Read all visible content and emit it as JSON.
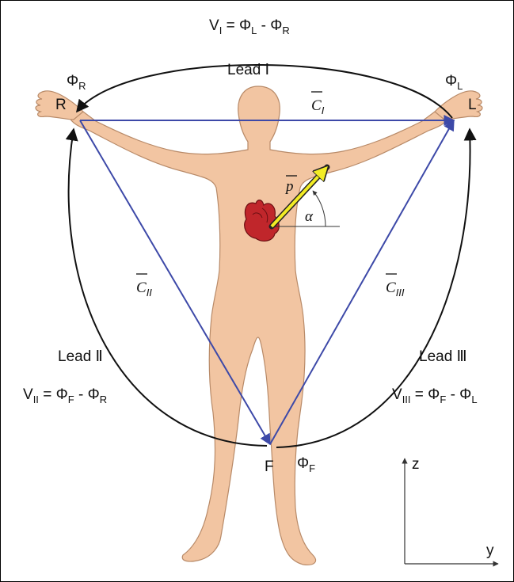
{
  "colors": {
    "body_fill": "#f2c5a2",
    "body_stroke": "#b88a68",
    "triangle": "#3d49a8",
    "lead_arrows": "#111111",
    "heart": "#c0262b",
    "dipole_vector": "#f2ec24",
    "frame": "#000000"
  },
  "icons": {
    "heart": "heart-icon",
    "axes": "z-y-axes-icon"
  },
  "equations": {
    "lead1": {
      "base_v": "V",
      "sub_v": "I",
      "mid": " = Φ",
      "sub_1": "L",
      "minus": " - Φ",
      "sub_2": "R"
    },
    "lead2": {
      "base_v": "V",
      "sub_v": "II",
      "mid": " = Φ",
      "sub_1": "F",
      "minus": " - Φ",
      "sub_2": "R"
    },
    "lead3": {
      "base_v": "V",
      "sub_v": "III",
      "mid": " = Φ",
      "sub_1": "F",
      "minus": " - Φ",
      "sub_2": "L"
    }
  },
  "lead_labels": {
    "lead1": "Lead Ⅰ",
    "lead2": "Lead Ⅱ",
    "lead3": "Lead Ⅲ"
  },
  "electrodes": {
    "right": "R",
    "left": "L",
    "foot": "F"
  },
  "potentials": {
    "right": {
      "base": "Φ",
      "sub": "R"
    },
    "left": {
      "base": "Φ",
      "sub": "L"
    },
    "foot": {
      "base": "Φ",
      "sub": "F"
    }
  },
  "vectors": {
    "c1": {
      "base": "C",
      "sub": "I"
    },
    "c2": {
      "base": "C",
      "sub": "II"
    },
    "c3": {
      "base": "C",
      "sub": "III"
    },
    "p": "p",
    "angle": "α"
  },
  "axes": {
    "z": "z",
    "y": "y"
  }
}
